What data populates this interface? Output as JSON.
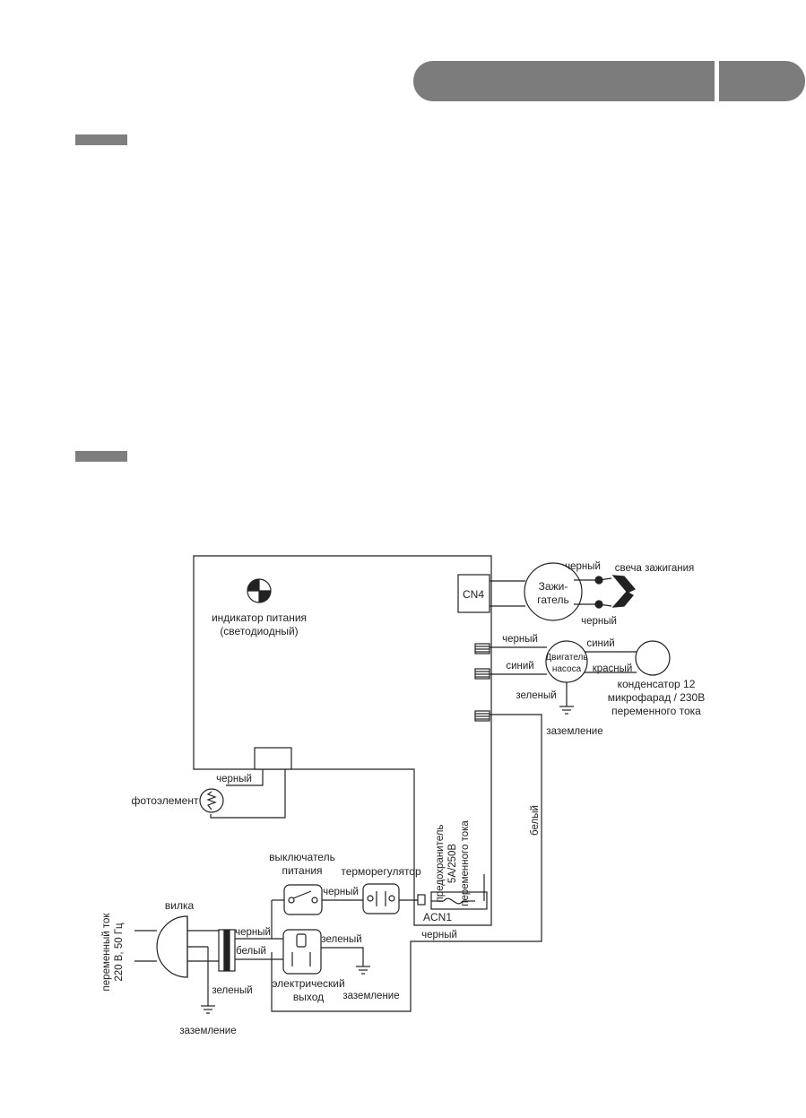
{
  "labels": {
    "cn4": "CN4",
    "ignitor": [
      "Зажи-",
      "гатель"
    ],
    "spark_plug": "свеча зажигания",
    "black_top": "черный",
    "black_bottom": "черный",
    "power_indicator": [
      "индикатор питания",
      "(светодиодный)"
    ],
    "pump_black": "черный",
    "pump_motor": [
      "Двигатель",
      "насоса"
    ],
    "pump_blue_right": "синий",
    "pump_blue_left": "синий",
    "pump_red": "красный",
    "pump_green": "зеленый",
    "capacitor": [
      "конденсатор 12",
      "микрофарад / 230В",
      "переменного тока"
    ],
    "ground_pump": "заземление",
    "photo_black": "черный",
    "photocell": "фотоэлемент",
    "white_wire": "белый",
    "fuse": [
      "предохранитель",
      "5А/250В",
      "переменного тока"
    ],
    "acn1": "ACN1",
    "power_switch": [
      "выключатель",
      "питания"
    ],
    "thermostat": "терморегулятор",
    "switch_black": "черный",
    "plug": "вилка",
    "ac_supply": [
      "переменный ток",
      "220 В, 50 Гц"
    ],
    "plug_black": "черный",
    "plug_white": "белый",
    "plug_green": "зеленый",
    "ground_plug": "заземление",
    "outlet_green": "зеленый",
    "outlet": [
      "электрический",
      "выход"
    ],
    "ground_outlet": "заземление",
    "bottom_black": "черный"
  }
}
